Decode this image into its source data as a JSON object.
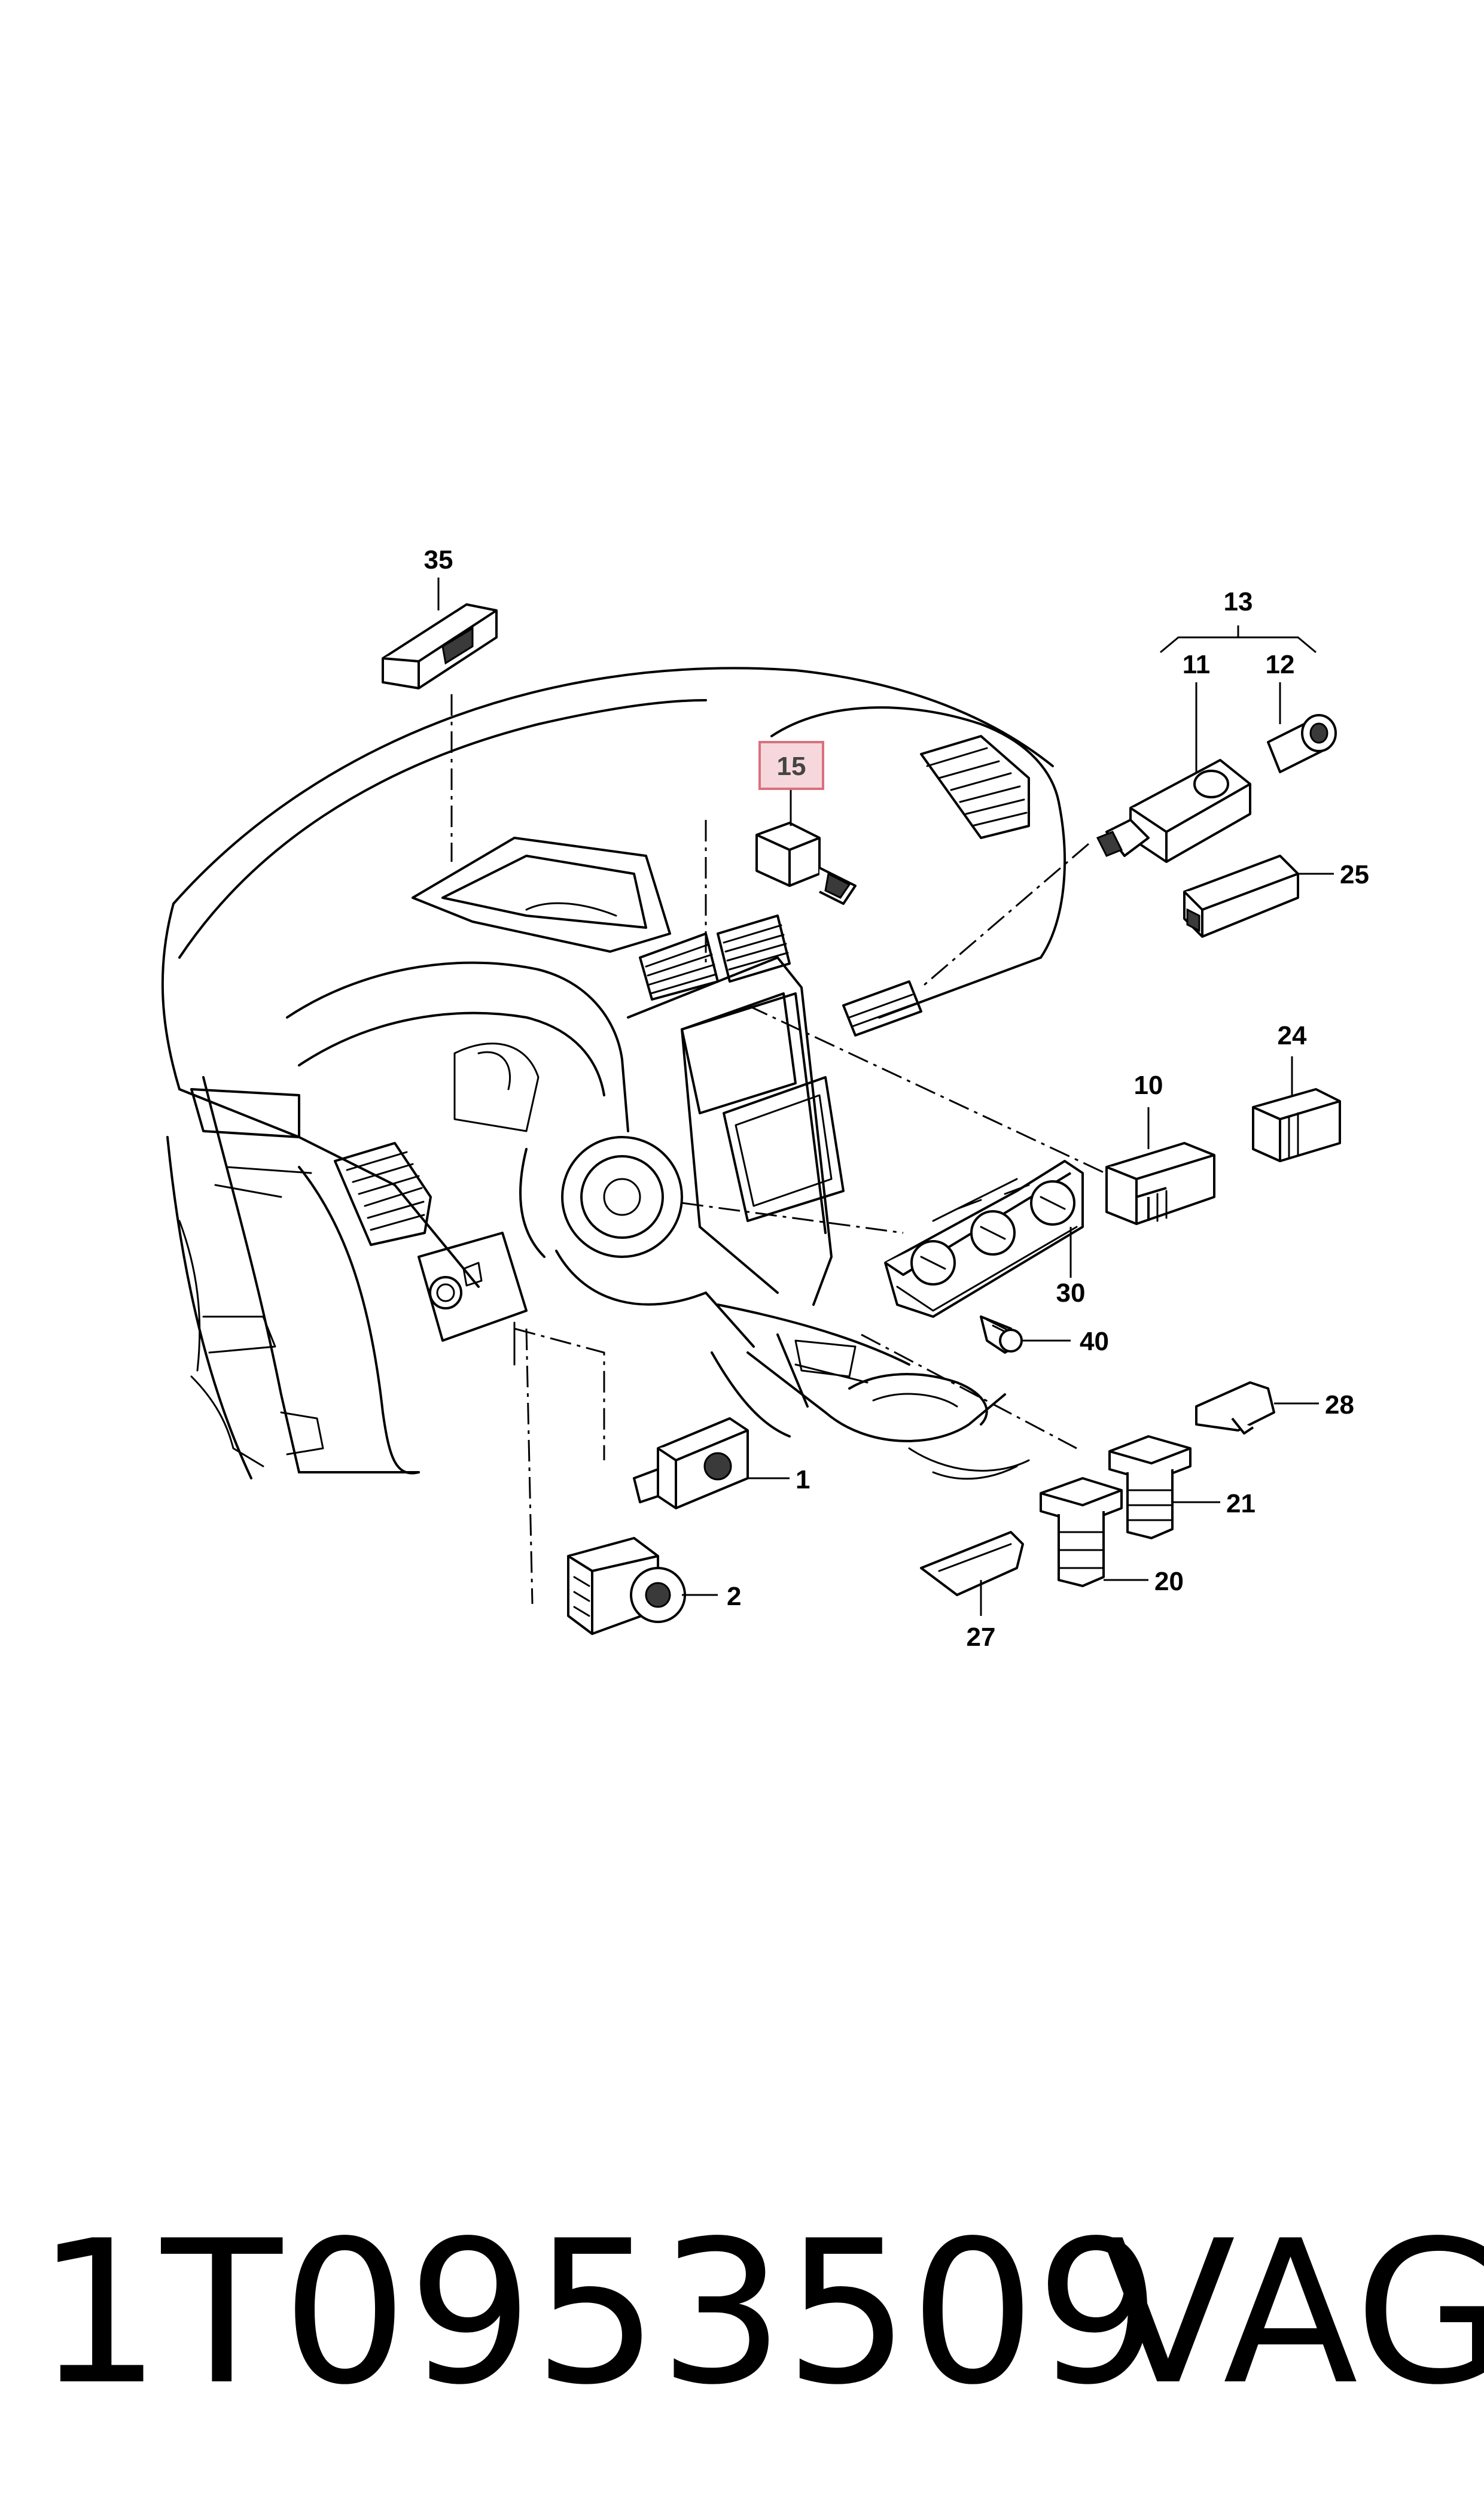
{
  "callouts": {
    "c1": "1",
    "c2": "2",
    "c10": "10",
    "c11": "11",
    "c12": "12",
    "c13": "13",
    "c15": "15",
    "c20": "20",
    "c21": "21",
    "c24": "24",
    "c25": "25",
    "c27": "27",
    "c28": "28",
    "c30": "30",
    "c35": "35",
    "c40": "40"
  },
  "highlighted_callout": "15",
  "footer": {
    "part_number": "1T0953509",
    "brand": "VAG"
  },
  "colors": {
    "highlight_fill": "#f6d8dc",
    "highlight_border": "#d9707f",
    "line": "#000000"
  }
}
